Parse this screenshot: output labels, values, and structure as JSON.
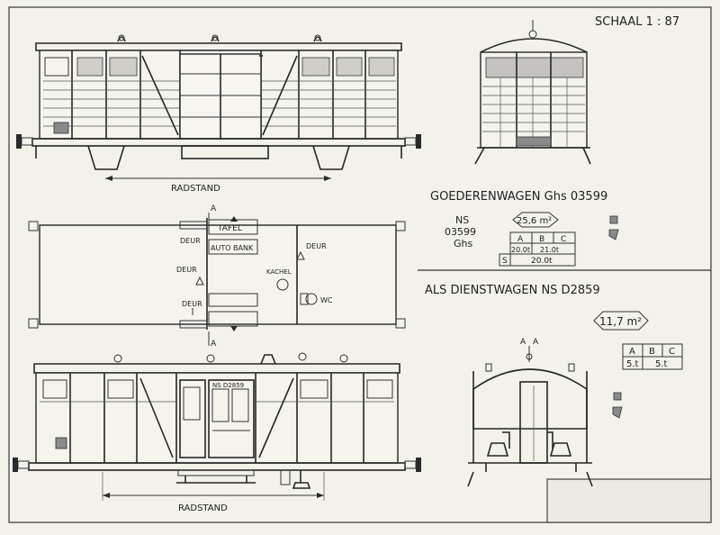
{
  "scale_label": "SCHAAL 1 : 87",
  "goods_wagon": {
    "title": "GOEDERENWAGEN Ghs 03599",
    "marking_line1": "NS",
    "marking_line2": "03599",
    "marking_line3": "Ghs",
    "area": "25,6 m²",
    "table": {
      "headers": [
        "A",
        "B",
        "C"
      ],
      "row1": [
        "20.0t",
        "21.0t"
      ],
      "row2_label": "S",
      "row2_value": "20.0t"
    }
  },
  "service_wagon": {
    "title": "ALS DIENSTWAGEN NS D2859",
    "area": "11,7 m²",
    "table": {
      "headers": [
        "A",
        "B",
        "C"
      ],
      "row1": [
        "5.t",
        "5.t"
      ]
    },
    "body_marking": "NS D2859",
    "section_label_left": "A",
    "section_label_right": "A"
  },
  "labels": {
    "radstand_top": "RADSTAND",
    "radstand_bottom": "RADSTAND",
    "tafel": "TAFEL",
    "autobank": "AUTO BANK",
    "deur_left_top": "DEUR",
    "deur_left_mid": "DEUR",
    "deur_left_bottom": "DEUR",
    "deur_right": "DEUR",
    "kachel": "KACHEL",
    "wc": "WC",
    "plan_section_top": "A",
    "plan_section_bottom": "A"
  }
}
